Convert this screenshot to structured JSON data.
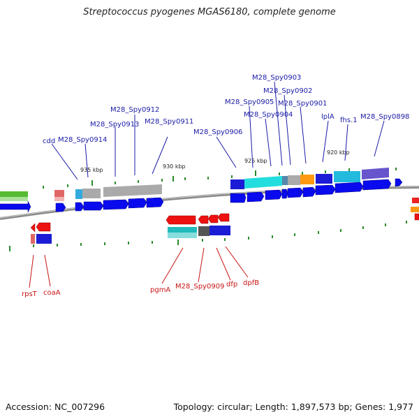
{
  "title": "Streptococcus pyogenes MGAS6180, complete genome",
  "footer": {
    "accession": "Accession: NC_007296",
    "summary": "Topology: circular; Length: 1,897,573 bp; Genes: 1,977"
  },
  "colors": {
    "forward_label": "#1a1aa6",
    "reverse_label": "#c81414",
    "cds": "#0000ee",
    "reverse_cds": "#ee0000",
    "tick": "#228822",
    "backbone": "#888888"
  },
  "ticks": [
    "935 kbp",
    "930 kbp",
    "925 kbp",
    "920 kbp"
  ],
  "forward_genes": [
    "cdd",
    "M28_Spy0914",
    "M28_Spy0913",
    "M28_Spy0912",
    "M28_Spy0911",
    "M28_Spy0906",
    "M28_Spy0905",
    "M28_Spy0904",
    "M28_Spy0903",
    "M28_Spy0902",
    "M28_Spy0901",
    "lplA",
    "fhs.1",
    "M28_Spy0898"
  ],
  "reverse_genes": [
    "rpsT",
    "coaA",
    "pgmA",
    "M28_Spy0909",
    "dfp",
    "dpfB"
  ]
}
